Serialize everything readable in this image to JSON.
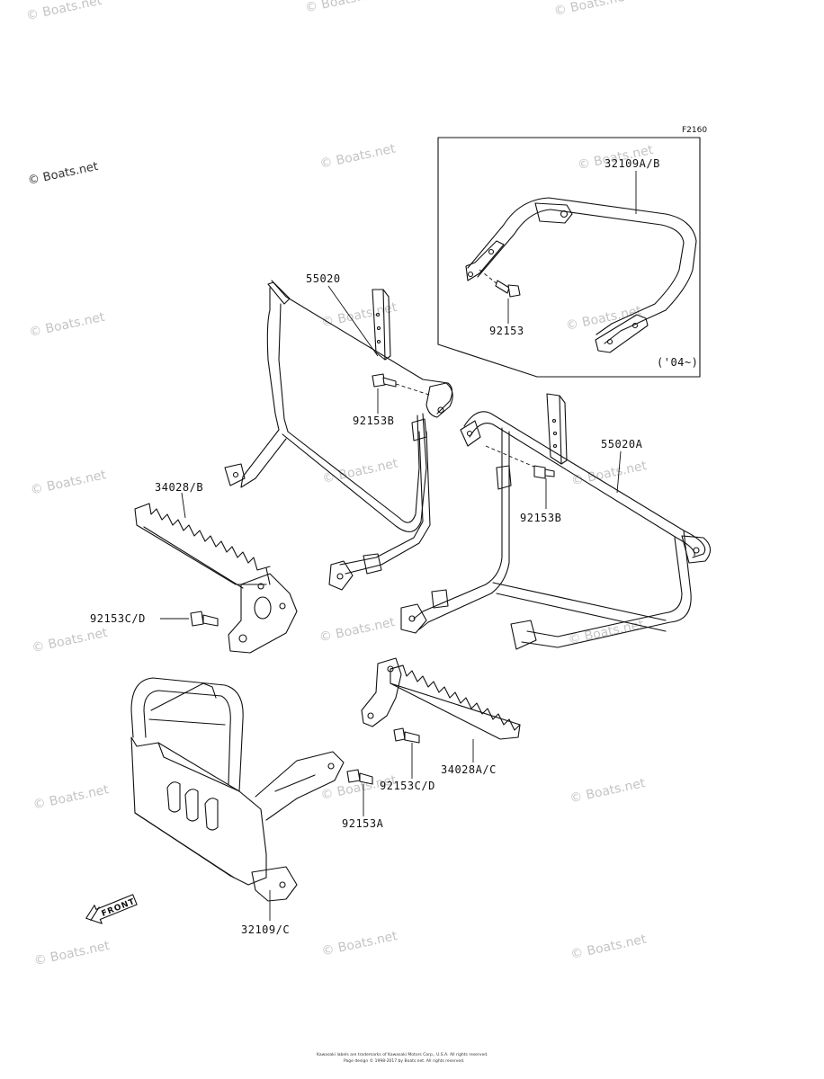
{
  "diagram": {
    "figure_code": "F2160",
    "inset_note": "('04~)",
    "front_arrow_label": "FRONT",
    "labels": {
      "p32109AB": "32109A/B",
      "p92153_inset": "92153",
      "p55020": "55020",
      "p92153B_left": "92153B",
      "p55020A": "55020A",
      "p92153B_right": "92153B",
      "p34028B": "34028/B",
      "p92153CD_left": "92153C/D",
      "p34028AC": "34028A/C",
      "p92153CD_mid": "92153C/D",
      "p92153A": "92153A",
      "p32109C": "32109/C"
    },
    "copyright_line1": "Kawasaki labels are trademarks of Kawasaki Motors Corp., U.S.A. All rights reserved.",
    "copyright_line2": "Page design © 1998-2017 by Boats.net. All rights reserved."
  },
  "watermark": {
    "text": "© Boats.net",
    "prominent_text": "© Boats.net"
  }
}
